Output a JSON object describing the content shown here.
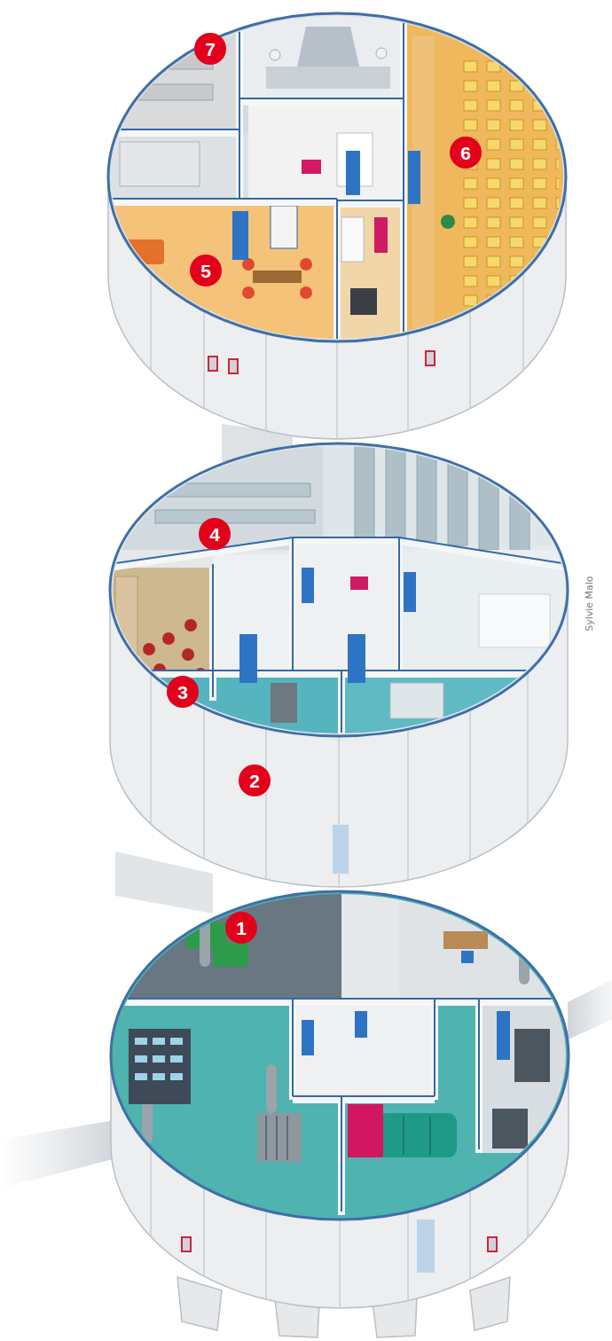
{
  "diagram": {
    "labels": [
      "7",
      "6",
      "5",
      "4",
      "3",
      "2",
      "1",
      "Sylvie Malo"
    ]
  }
}
